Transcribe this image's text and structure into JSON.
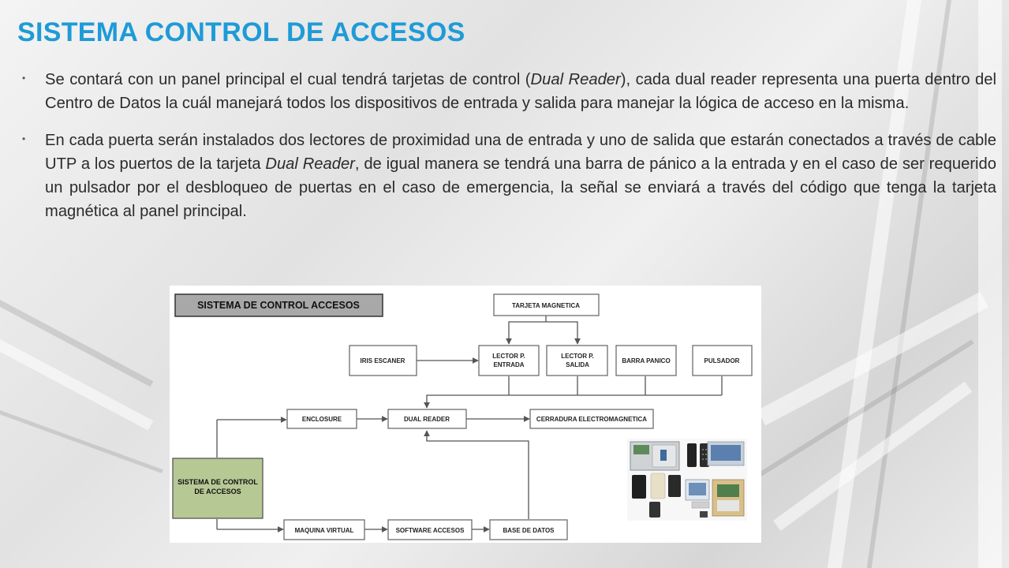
{
  "slide": {
    "title": "SISTEMA CONTROL DE ACCESOS",
    "bullets": [
      {
        "segments": [
          {
            "text": "Se contará  con un panel principal el cual tendrá tarjetas de control (",
            "italic": false
          },
          {
            "text": "Dual Reader",
            "italic": true
          },
          {
            "text": "), cada dual reader representa una puerta dentro del Centro de Datos la cuál manejará todos los dispositivos de entrada y salida para manejar la lógica de acceso en la misma.",
            "italic": false
          }
        ]
      },
      {
        "segments": [
          {
            "text": "En cada puerta serán instalados dos lectores de proximidad una de entrada y uno de salida que estarán conectados a través de cable UTP a los puertos de la tarjeta ",
            "italic": false
          },
          {
            "text": "Dual Reader",
            "italic": true
          },
          {
            "text": ", de igual manera se tendrá una barra de pánico a la entrada y en el caso de ser requerido un pulsador por el desbloqueo de puertas en el caso de emergencia, la señal se enviará a través del código que tenga la tarjeta magnética al panel principal.",
            "italic": false
          }
        ]
      }
    ]
  },
  "diagram": {
    "header": "SISTEMA DE CONTROL ACCESOS",
    "nodes": {
      "tarjeta": "TARJETA MAGNETICA",
      "iris": "IRIS ESCANER",
      "lector_entrada": [
        "LECTOR P.",
        "ENTRADA"
      ],
      "lector_salida": [
        "LECTOR P.",
        "SALIDA"
      ],
      "barra": "BARRA PANICO",
      "pulsador": "PULSADOR",
      "enclosure": "ENCLOSURE",
      "dual_reader": "DUAL READER",
      "cerradura": "CERRADURA ELECTROMAGNETICA",
      "sistema": [
        "SISTEMA DE CONTROL",
        "DE ACCESOS"
      ],
      "maquina": "MAQUINA VIRTUAL",
      "software": "SOFTWARE ACCESOS",
      "base": "BASE DE DATOS"
    }
  },
  "colors": {
    "title": "#1e9bd7",
    "text": "#2b2b2b",
    "main_node_fill": "#b6c995",
    "header_fill": "#a8a8a8"
  },
  "icons": {
    "hardware_photo": "access-control-hardware-photo-icon"
  }
}
